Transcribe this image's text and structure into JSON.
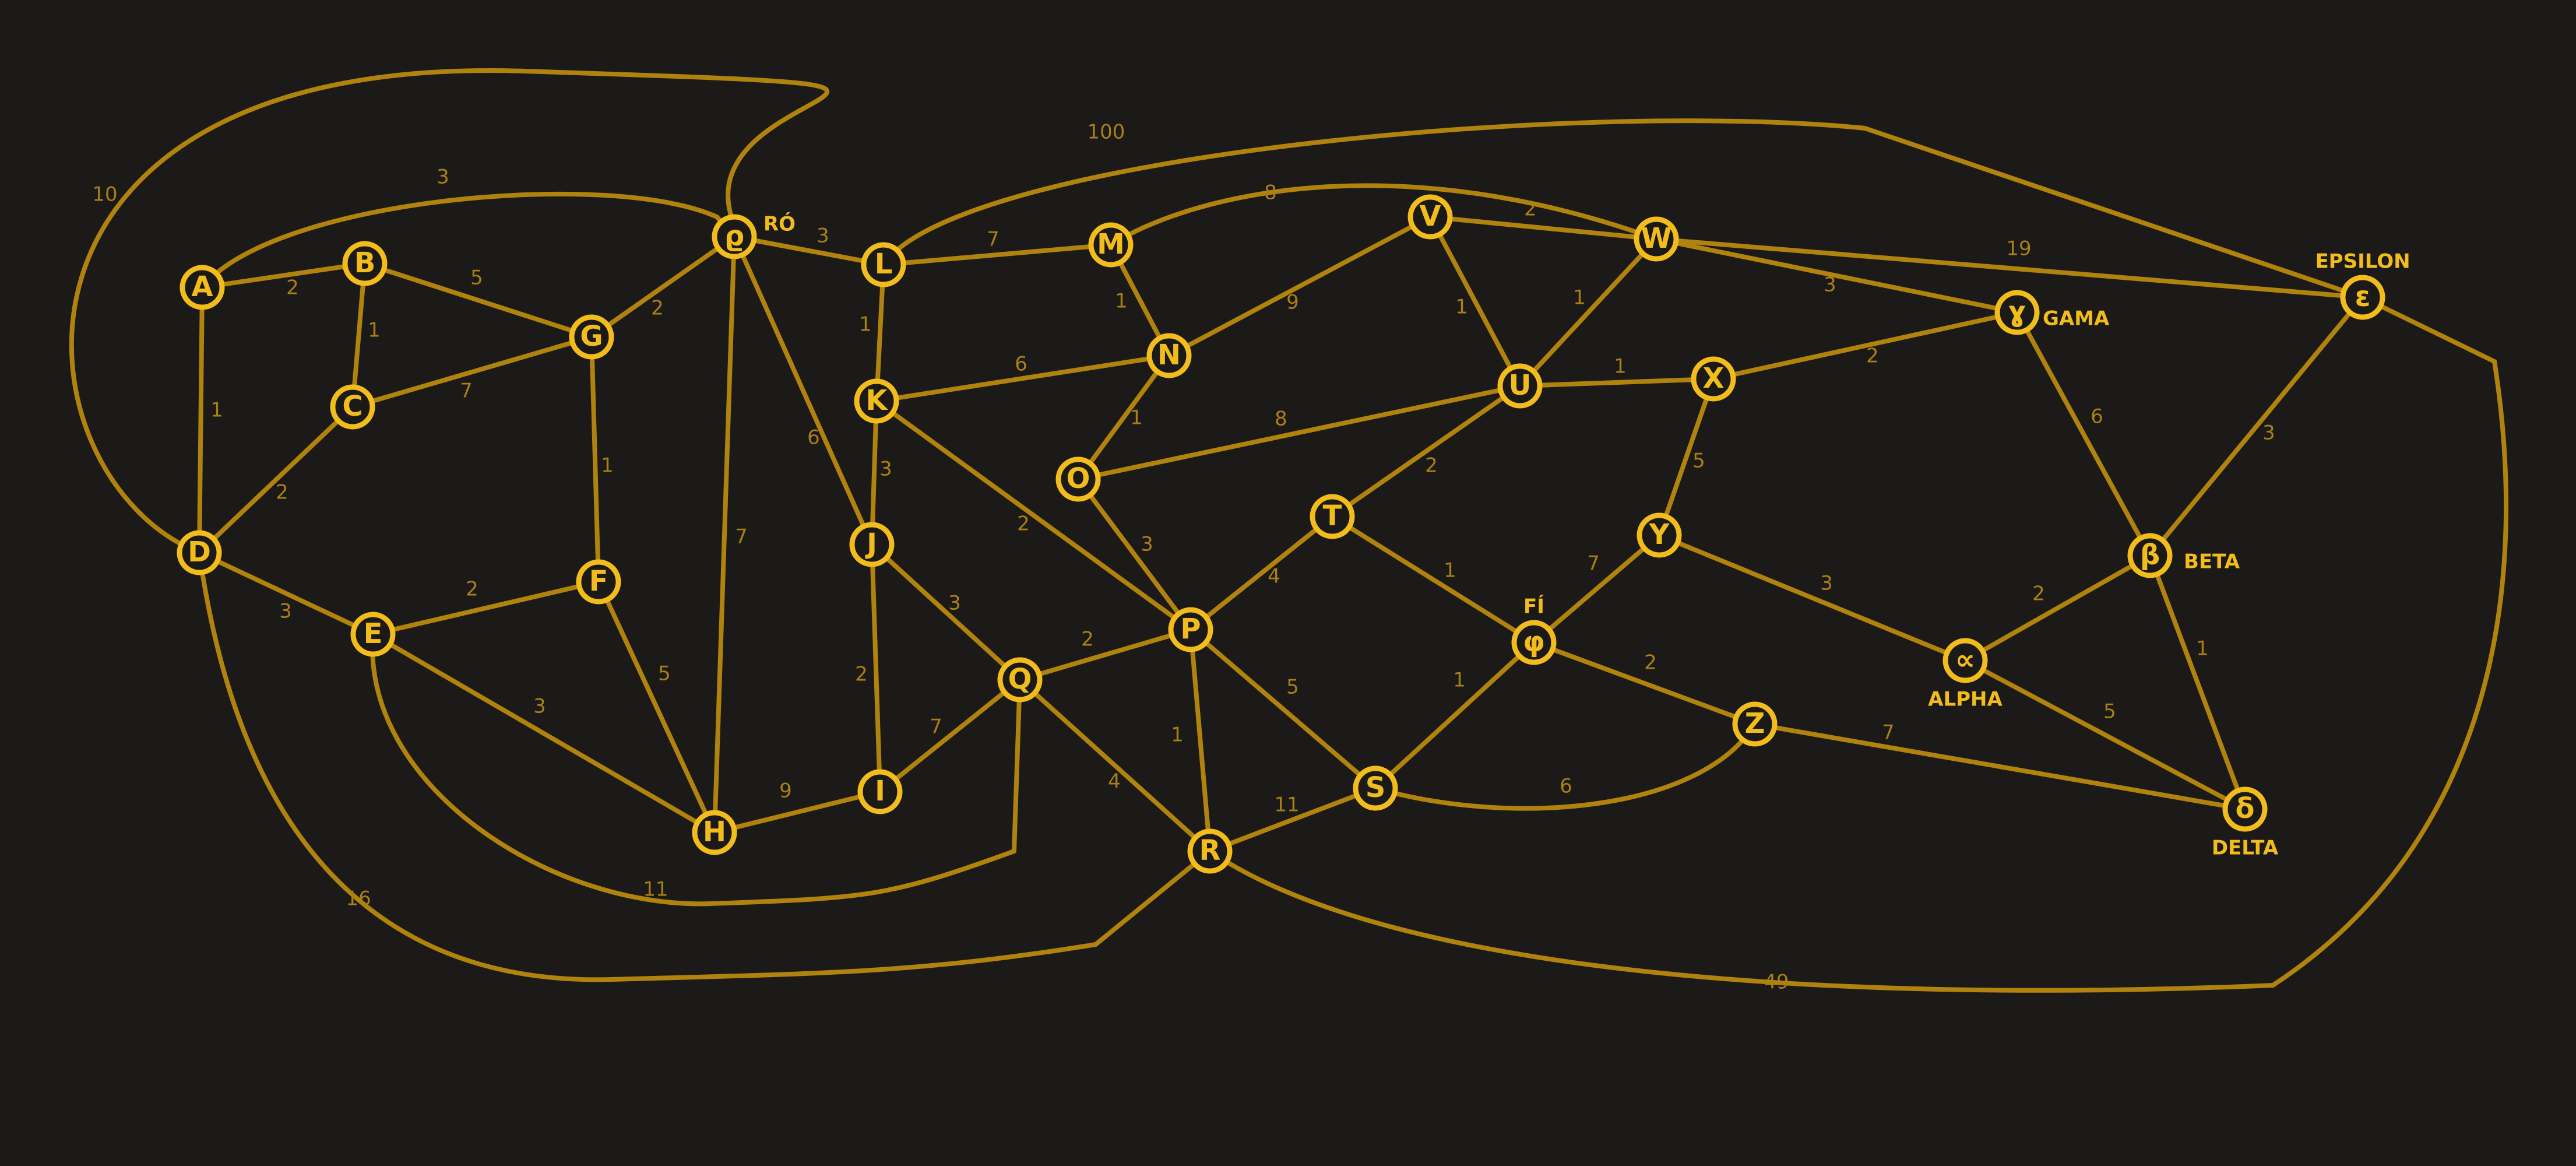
{
  "colors": {
    "background": "#1c1a18",
    "edge": "#b0820e",
    "node": "#f2bd1c",
    "weight": "#a98014"
  },
  "nodes": [
    {
      "id": "A",
      "label": "A",
      "name": ""
    },
    {
      "id": "B",
      "label": "B",
      "name": ""
    },
    {
      "id": "C",
      "label": "C",
      "name": ""
    },
    {
      "id": "D",
      "label": "D",
      "name": ""
    },
    {
      "id": "E",
      "label": "E",
      "name": ""
    },
    {
      "id": "F",
      "label": "F",
      "name": ""
    },
    {
      "id": "G",
      "label": "G",
      "name": ""
    },
    {
      "id": "H",
      "label": "H",
      "name": ""
    },
    {
      "id": "RO",
      "label": "ϱ",
      "name": "RÓ"
    },
    {
      "id": "L",
      "label": "L",
      "name": ""
    },
    {
      "id": "K",
      "label": "K",
      "name": ""
    },
    {
      "id": "J",
      "label": "J",
      "name": ""
    },
    {
      "id": "I",
      "label": "I",
      "name": ""
    },
    {
      "id": "M",
      "label": "M",
      "name": ""
    },
    {
      "id": "N",
      "label": "N",
      "name": ""
    },
    {
      "id": "O",
      "label": "O",
      "name": ""
    },
    {
      "id": "P",
      "label": "P",
      "name": ""
    },
    {
      "id": "Q",
      "label": "Q",
      "name": ""
    },
    {
      "id": "R",
      "label": "R",
      "name": ""
    },
    {
      "id": "S",
      "label": "S",
      "name": ""
    },
    {
      "id": "T",
      "label": "T",
      "name": ""
    },
    {
      "id": "U",
      "label": "U",
      "name": ""
    },
    {
      "id": "V",
      "label": "V",
      "name": ""
    },
    {
      "id": "W",
      "label": "W",
      "name": ""
    },
    {
      "id": "X",
      "label": "X",
      "name": ""
    },
    {
      "id": "Y",
      "label": "Y",
      "name": ""
    },
    {
      "id": "Z",
      "label": "Z",
      "name": ""
    },
    {
      "id": "FI",
      "label": "φ",
      "name": "FÍ"
    },
    {
      "id": "GAMA",
      "label": "ɣ",
      "name": "GAMA"
    },
    {
      "id": "EPSILON",
      "label": "ε",
      "name": "EPSILON"
    },
    {
      "id": "BETA",
      "label": "β",
      "name": "BETA"
    },
    {
      "id": "ALPHA",
      "label": "∝",
      "name": "ALPHA"
    },
    {
      "id": "DELTA",
      "label": "δ",
      "name": "DELTA"
    }
  ],
  "edges": [
    {
      "from": "A",
      "to": "B",
      "weight": "2"
    },
    {
      "from": "A",
      "to": "D",
      "weight": "1"
    },
    {
      "from": "A",
      "to": "RO",
      "weight": "3"
    },
    {
      "from": "D",
      "to": "RO",
      "weight": "10"
    },
    {
      "from": "B",
      "to": "C",
      "weight": "1"
    },
    {
      "from": "B",
      "to": "G",
      "weight": "5"
    },
    {
      "from": "C",
      "to": "G",
      "weight": "7"
    },
    {
      "from": "C",
      "to": "D",
      "weight": "2"
    },
    {
      "from": "G",
      "to": "RO",
      "weight": "2"
    },
    {
      "from": "G",
      "to": "F",
      "weight": "1"
    },
    {
      "from": "D",
      "to": "E",
      "weight": "3"
    },
    {
      "from": "E",
      "to": "F",
      "weight": "2"
    },
    {
      "from": "E",
      "to": "H",
      "weight": "3"
    },
    {
      "from": "F",
      "to": "H",
      "weight": "5"
    },
    {
      "from": "RO",
      "to": "H",
      "weight": "7"
    },
    {
      "from": "RO",
      "to": "L",
      "weight": "3"
    },
    {
      "from": "RO",
      "to": "J",
      "weight": "6"
    },
    {
      "from": "E",
      "to": "Q",
      "weight": "11"
    },
    {
      "from": "D",
      "to": "R",
      "weight": "16"
    },
    {
      "from": "H",
      "to": "I",
      "weight": "9"
    },
    {
      "from": "L",
      "to": "M",
      "weight": "7"
    },
    {
      "from": "L",
      "to": "K",
      "weight": "1"
    },
    {
      "from": "L",
      "to": "EPSILON",
      "weight": "100"
    },
    {
      "from": "K",
      "to": "N",
      "weight": "6"
    },
    {
      "from": "K",
      "to": "J",
      "weight": "3"
    },
    {
      "from": "K",
      "to": "P",
      "weight": "2"
    },
    {
      "from": "J",
      "to": "I",
      "weight": "2"
    },
    {
      "from": "J",
      "to": "Q",
      "weight": "3"
    },
    {
      "from": "I",
      "to": "Q",
      "weight": "7"
    },
    {
      "from": "M",
      "to": "N",
      "weight": "1"
    },
    {
      "from": "M",
      "to": "W",
      "weight": "8"
    },
    {
      "from": "N",
      "to": "V",
      "weight": "9"
    },
    {
      "from": "N",
      "to": "O",
      "weight": "1"
    },
    {
      "from": "O",
      "to": "U",
      "weight": "8"
    },
    {
      "from": "O",
      "to": "P",
      "weight": "3"
    },
    {
      "from": "Q",
      "to": "P",
      "weight": "2"
    },
    {
      "from": "Q",
      "to": "R",
      "weight": "4"
    },
    {
      "from": "P",
      "to": "R",
      "weight": "1"
    },
    {
      "from": "P",
      "to": "T",
      "weight": "4"
    },
    {
      "from": "P",
      "to": "S",
      "weight": "5"
    },
    {
      "from": "R",
      "to": "S",
      "weight": "11"
    },
    {
      "from": "R",
      "to": "EPSILON",
      "weight": "49"
    },
    {
      "from": "V",
      "to": "W",
      "weight": "2"
    },
    {
      "from": "V",
      "to": "U",
      "weight": "1"
    },
    {
      "from": "W",
      "to": "U",
      "weight": "1"
    },
    {
      "from": "W",
      "to": "GAMA",
      "weight": "3"
    },
    {
      "from": "W",
      "to": "EPSILON",
      "weight": "19"
    },
    {
      "from": "U",
      "to": "X",
      "weight": "1"
    },
    {
      "from": "U",
      "to": "T",
      "weight": "2"
    },
    {
      "from": "T",
      "to": "FI",
      "weight": "1"
    },
    {
      "from": "X",
      "to": "GAMA",
      "weight": "2"
    },
    {
      "from": "X",
      "to": "Y",
      "weight": "5"
    },
    {
      "from": "Y",
      "to": "FI",
      "weight": "7"
    },
    {
      "from": "Y",
      "to": "ALPHA",
      "weight": "3"
    },
    {
      "from": "FI",
      "to": "S",
      "weight": "1"
    },
    {
      "from": "FI",
      "to": "Z",
      "weight": "2"
    },
    {
      "from": "S",
      "to": "Z",
      "weight": "6"
    },
    {
      "from": "Z",
      "to": "DELTA",
      "weight": "7"
    },
    {
      "from": "GAMA",
      "to": "BETA",
      "weight": "6"
    },
    {
      "from": "EPSILON",
      "to": "BETA",
      "weight": "3"
    },
    {
      "from": "BETA",
      "to": "ALPHA",
      "weight": "2"
    },
    {
      "from": "BETA",
      "to": "DELTA",
      "weight": "1"
    },
    {
      "from": "ALPHA",
      "to": "DELTA",
      "weight": "5"
    }
  ]
}
